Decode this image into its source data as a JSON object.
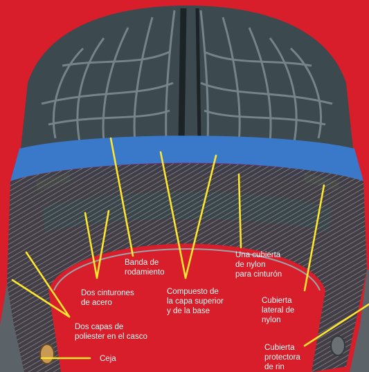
{
  "labels": {
    "banda": "Banda de\nrodamiento",
    "nylon_cinturon": "Una cubierta\nde nylon\npara cinturón",
    "cinturones": "Dos cinturones\nde acero",
    "compuesto": "Compuesto de\nla capa superior\ny de la base",
    "lateral": "Cubierta\nlateral de\nnylon",
    "poliester": "Dos capas de\npoliester en el casco",
    "protectora": "Cubierta\nprotectora\nde rin",
    "ceja": "Ceja"
  },
  "colors": {
    "background": "#d81e2a",
    "tread": "#3c4a4f",
    "blue_layer": "#3a78c9",
    "purple_layer": "#8a1f6e",
    "belt_red": "#b0142a",
    "green_layer": "#3aa88a",
    "leader_line": "#ffe62e"
  }
}
